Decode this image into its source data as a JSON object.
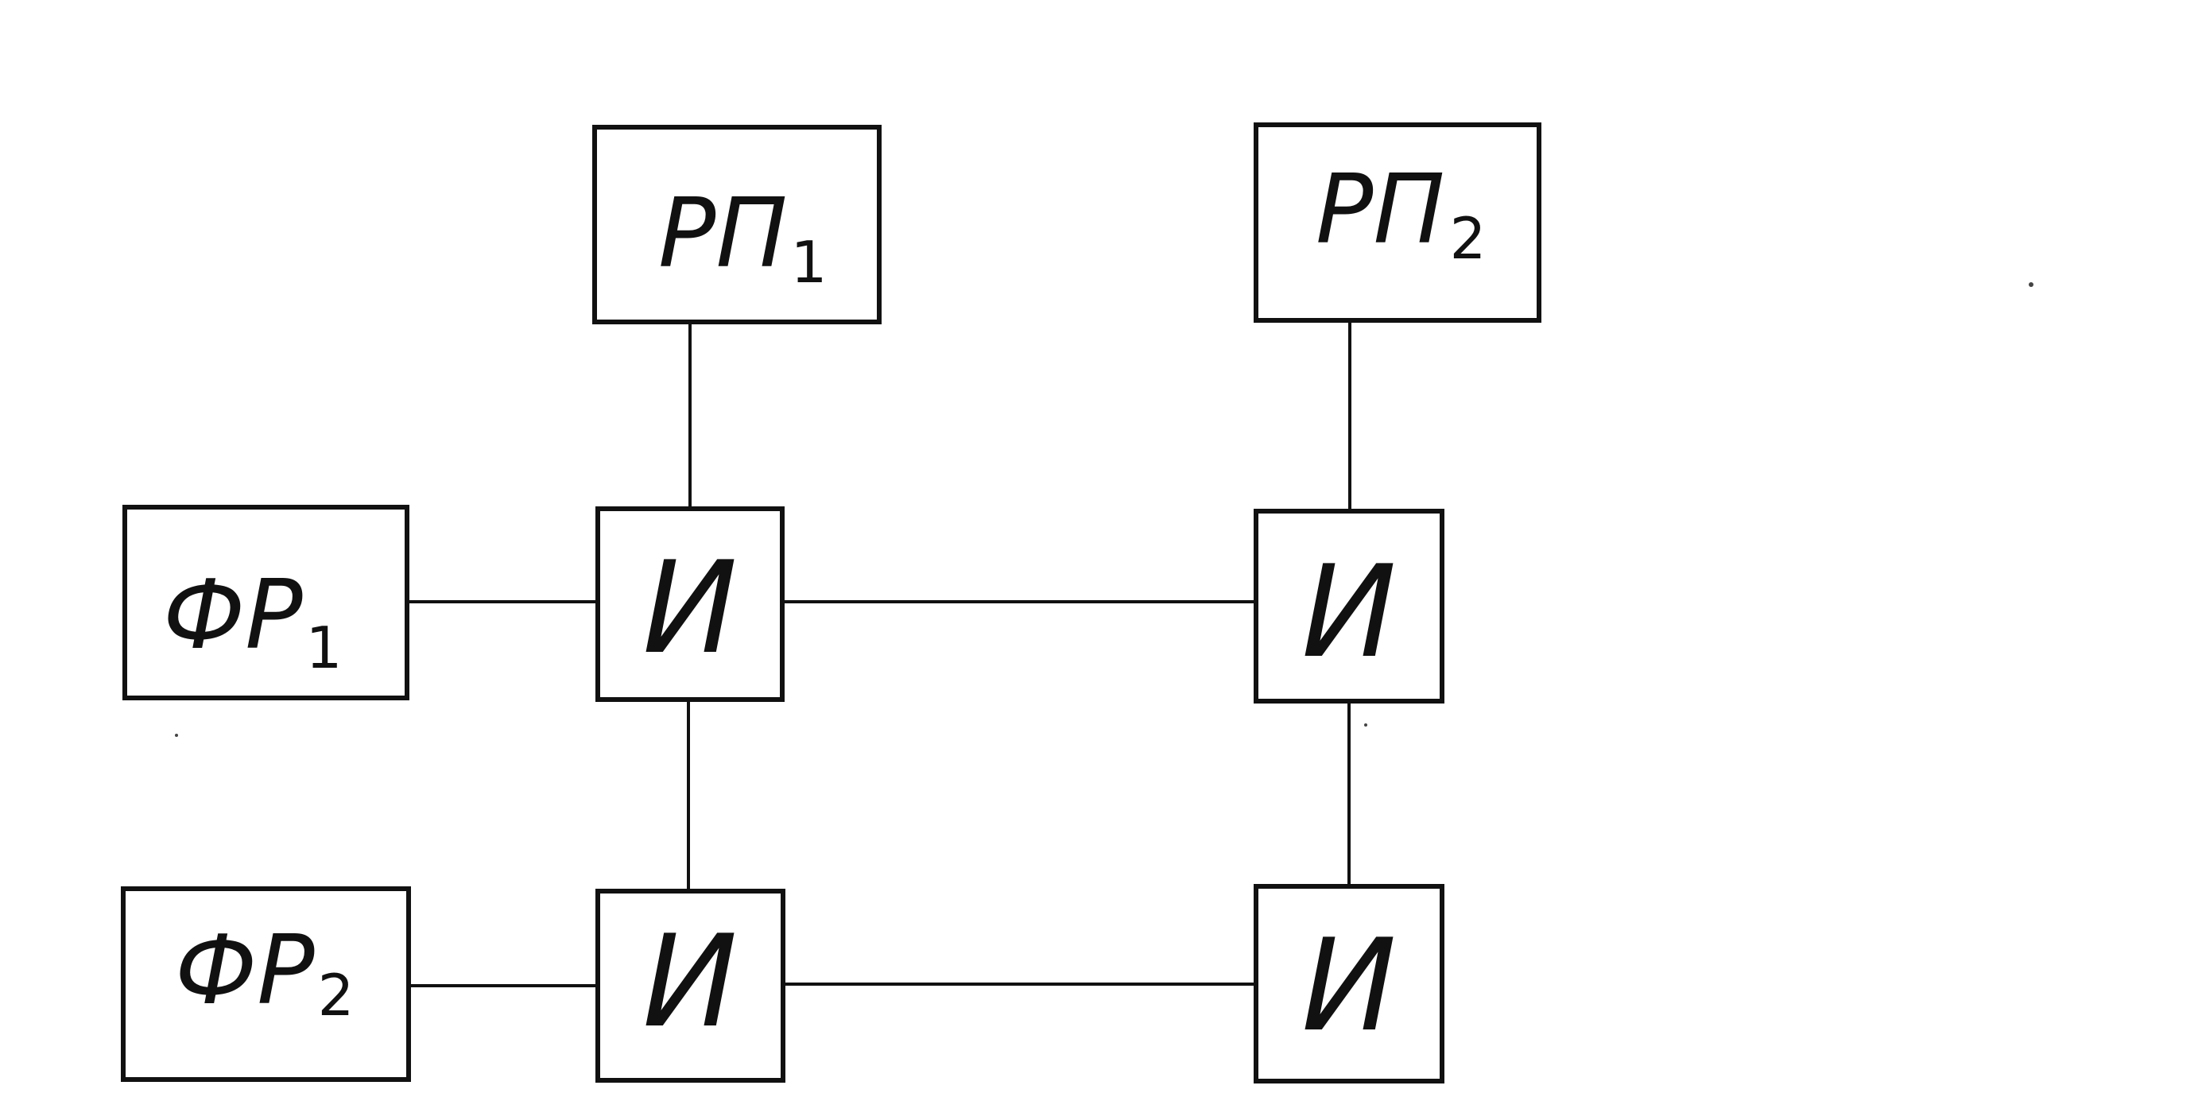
{
  "diagram": {
    "blocks": {
      "rp1": {
        "main": "РП",
        "sub": "1"
      },
      "rp2": {
        "main": "РП",
        "sub": "2"
      },
      "fr1": {
        "main": "ФР",
        "sub": "1"
      },
      "fr2": {
        "main": "ФР",
        "sub": "2"
      },
      "and_1_1": {
        "main": "И"
      },
      "and_1_2": {
        "main": "И"
      },
      "and_2_1": {
        "main": "И"
      },
      "and_2_2": {
        "main": "И"
      }
    },
    "connections": [
      [
        "rp1",
        "and_1_1"
      ],
      [
        "rp2",
        "and_1_2"
      ],
      [
        "fr1",
        "and_1_1"
      ],
      [
        "and_1_1",
        "and_1_2"
      ],
      [
        "and_1_1",
        "and_2_1"
      ],
      [
        "and_1_2",
        "and_2_2"
      ],
      [
        "fr2",
        "and_2_1"
      ],
      [
        "and_2_1",
        "and_2_2"
      ]
    ],
    "colors": {
      "ink": "#111111",
      "paper": "#ffffff"
    }
  }
}
